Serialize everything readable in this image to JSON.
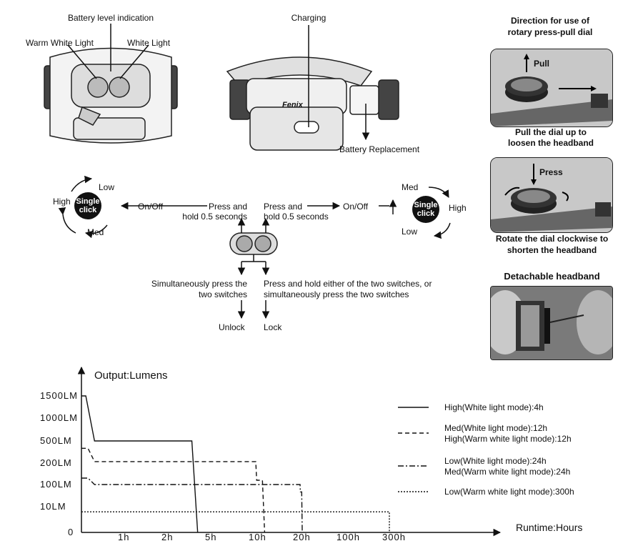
{
  "top_labels": {
    "battery_level": "Battery level indication",
    "warm_white": "Warm White Light",
    "white": "White Light",
    "charging": "Charging",
    "battery_replacement": "Battery Replacement",
    "brand": "Fenix"
  },
  "dial": {
    "title_line1": "Direction for use of",
    "title_line2": "rotary press-pull dial",
    "pull": "Pull",
    "pull_caption_1": "Pull the dial up to",
    "pull_caption_2": "loosen the headband",
    "press": "Press",
    "press_caption_1": "Rotate the dial clockwise to",
    "press_caption_2": "shorten the headband",
    "detachable": "Detachable headband"
  },
  "operation": {
    "left_cycle": {
      "high": "High",
      "low": "Low",
      "med": "Med",
      "badge_1": "Single",
      "badge_2": "click"
    },
    "right_cycle": {
      "high": "High",
      "low": "Low",
      "med": "Med",
      "badge_1": "Single",
      "badge_2": "click"
    },
    "left_onoff": "On/Off",
    "right_onoff": "On/Off",
    "left_press_1": "Press and",
    "left_press_2": "hold 0.5 seconds",
    "right_press_1": "Press and",
    "right_press_2": "hold 0.5 seconds",
    "simul_1": "Simultaneously press the",
    "simul_2": "two switches",
    "either_1": "Press and hold either of the two switches, or",
    "either_2": "simultaneously press the two switches",
    "unlock": "Unlock",
    "lock": "Lock"
  },
  "chart_data": {
    "type": "line",
    "ylabel": "Output:Lumens",
    "xlabel": "Runtime:Hours",
    "y_ticks": [
      "0",
      "10LM",
      "100LM",
      "200LM",
      "500LM",
      "1000LM",
      "1500LM"
    ],
    "x_ticks": [
      "1h",
      "2h",
      "5h",
      "10h",
      "20h",
      "100h",
      "300h"
    ],
    "series": [
      {
        "name": "High(White light mode):4h",
        "style": "solid",
        "points": [
          [
            0,
            1500
          ],
          [
            0.1,
            1500
          ],
          [
            0.3,
            500
          ],
          [
            3.6,
            500
          ],
          [
            4,
            0
          ]
        ]
      },
      {
        "name_1": "Med(White light mode):12h",
        "name_2": "High(Warm white light mode):12h",
        "style": "dashed",
        "points": [
          [
            0,
            400
          ],
          [
            0.15,
            400
          ],
          [
            0.3,
            220
          ],
          [
            10,
            220
          ],
          [
            10.2,
            120
          ],
          [
            11.5,
            120
          ],
          [
            12,
            0
          ]
        ]
      },
      {
        "name_1": "Low(White light mode):24h",
        "name_2": "Med(Warm white light mode):24h",
        "style": "dashdot",
        "points": [
          [
            0,
            130
          ],
          [
            0.15,
            130
          ],
          [
            0.3,
            100
          ],
          [
            20,
            100
          ],
          [
            20.5,
            70
          ],
          [
            23,
            70
          ],
          [
            24,
            0
          ]
        ]
      },
      {
        "name": "Low(Warm white light mode):300h",
        "style": "dotted",
        "points": [
          [
            0,
            8
          ],
          [
            300,
            8
          ],
          [
            300,
            0
          ]
        ]
      }
    ]
  }
}
